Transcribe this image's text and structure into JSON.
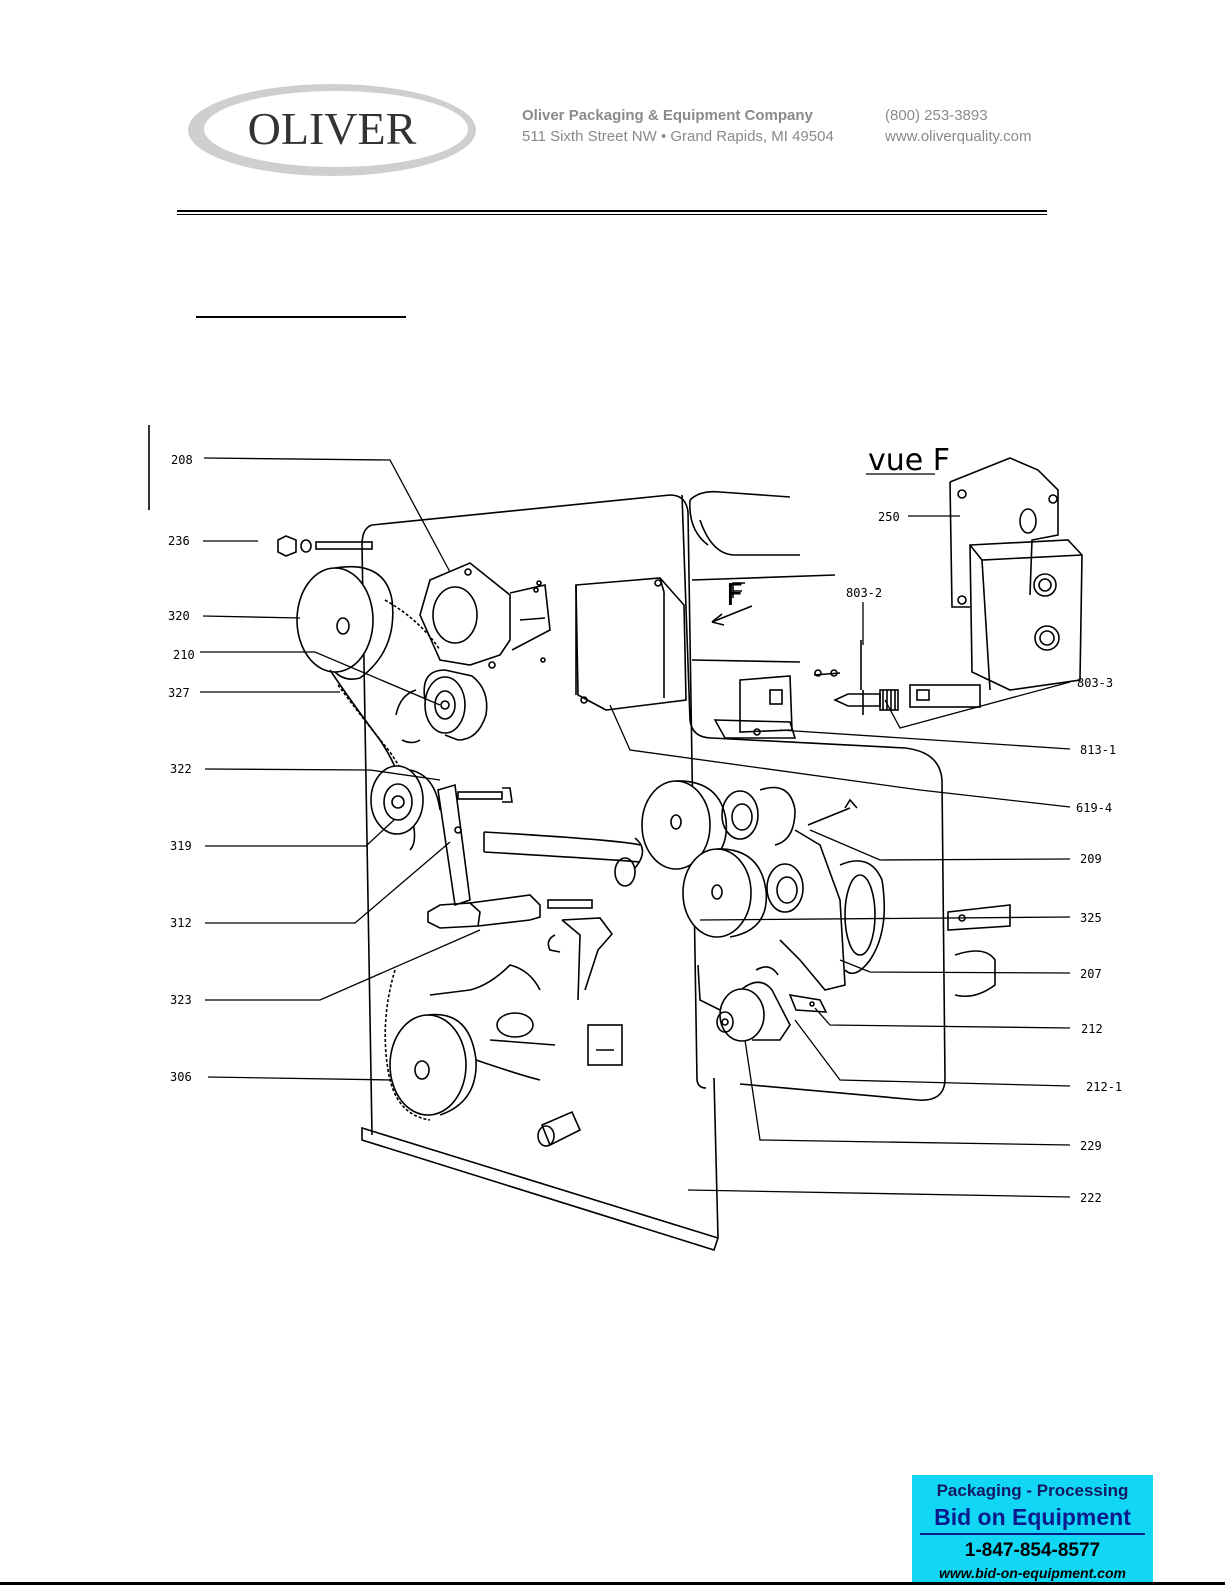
{
  "header": {
    "logo_text": "OLIVER",
    "company_name": "Oliver Packaging & Equipment Company",
    "address": "511 Sixth Street NW • Grand Rapids, MI 49504",
    "phone": "(800) 253-3893",
    "website": "www.oliverquality.com"
  },
  "diagram": {
    "view_label": "vue F",
    "arrow_letter": "F",
    "part_labels": {
      "p208": "208",
      "p236": "236",
      "p320": "320",
      "p210": "210",
      "p327": "327",
      "p322": "322",
      "p319": "319",
      "p312": "312",
      "p323": "323",
      "p306": "306",
      "p250": "250",
      "p803_2": "803-2",
      "p803_3": "803-3",
      "p813_1": "813-1",
      "p619_4": "619-4",
      "p209": "209",
      "p325": "325",
      "p207": "207",
      "p212": "212",
      "p212_1": "212-1",
      "p229": "229",
      "p222": "222"
    }
  },
  "ad": {
    "line1": "Packaging - Processing",
    "line2": "Bid on Equipment",
    "line3": "1-847-854-8577",
    "line4": "www.bid-on-equipment.com",
    "bg_color": "#11d6f4"
  }
}
